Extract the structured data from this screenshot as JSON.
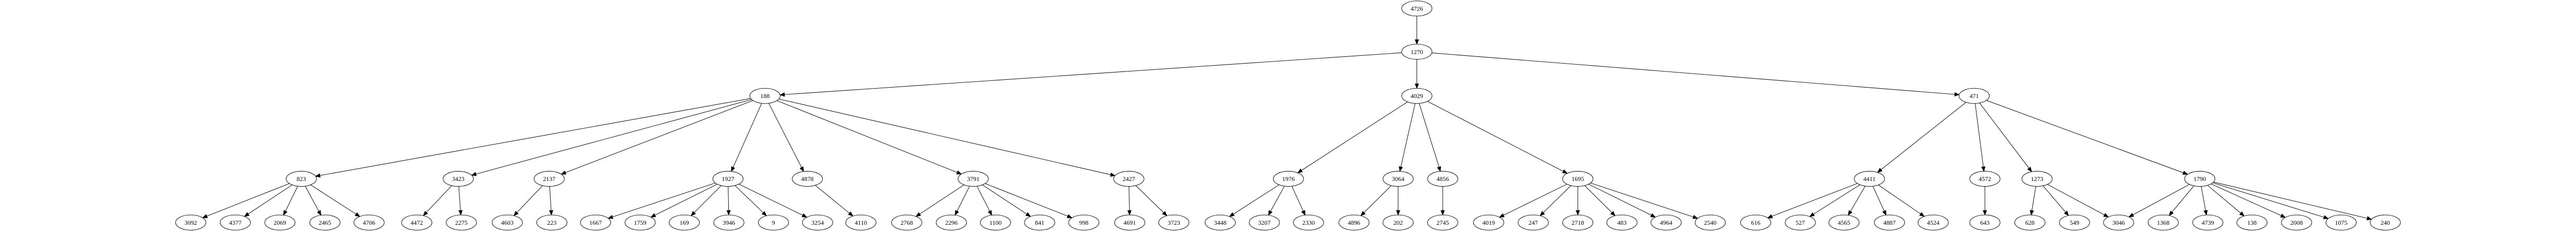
{
  "diagram": {
    "type": "directed-tree",
    "colors": {
      "stroke": "#000000",
      "fill": "#ffffff",
      "background": "#ffffff"
    },
    "nodes": [
      {
        "id": "n4726",
        "label": "4726"
      },
      {
        "id": "n1270",
        "label": "1270"
      },
      {
        "id": "n188",
        "label": "188"
      },
      {
        "id": "n4029",
        "label": "4029"
      },
      {
        "id": "n471",
        "label": "471"
      },
      {
        "id": "n823",
        "label": "823"
      },
      {
        "id": "n3423",
        "label": "3423"
      },
      {
        "id": "n2137",
        "label": "2137"
      },
      {
        "id": "n1927",
        "label": "1927"
      },
      {
        "id": "n4878",
        "label": "4878"
      },
      {
        "id": "n3791",
        "label": "3791"
      },
      {
        "id": "n2427",
        "label": "2427"
      },
      {
        "id": "n1976",
        "label": "1976"
      },
      {
        "id": "n3064",
        "label": "3064"
      },
      {
        "id": "n4856",
        "label": "4856"
      },
      {
        "id": "n1695",
        "label": "1695"
      },
      {
        "id": "n4411",
        "label": "4411"
      },
      {
        "id": "n4572",
        "label": "4572"
      },
      {
        "id": "n1273",
        "label": "1273"
      },
      {
        "id": "n1790",
        "label": "1790"
      },
      {
        "id": "n3092",
        "label": "3092"
      },
      {
        "id": "n4377",
        "label": "4377"
      },
      {
        "id": "n2069",
        "label": "2069"
      },
      {
        "id": "n2465",
        "label": "2465"
      },
      {
        "id": "n4706",
        "label": "4706"
      },
      {
        "id": "n4472",
        "label": "4472"
      },
      {
        "id": "n2275",
        "label": "2275"
      },
      {
        "id": "n4603",
        "label": "4603"
      },
      {
        "id": "n223",
        "label": "223"
      },
      {
        "id": "n1667",
        "label": "1667"
      },
      {
        "id": "n1759",
        "label": "1759"
      },
      {
        "id": "n169",
        "label": "169"
      },
      {
        "id": "n3946",
        "label": "3946"
      },
      {
        "id": "n9",
        "label": "9"
      },
      {
        "id": "n3254",
        "label": "3254"
      },
      {
        "id": "n4110",
        "label": "4110"
      },
      {
        "id": "n2768",
        "label": "2768"
      },
      {
        "id": "n2296",
        "label": "2296"
      },
      {
        "id": "n1100",
        "label": "1100"
      },
      {
        "id": "n841",
        "label": "841"
      },
      {
        "id": "n998",
        "label": "998"
      },
      {
        "id": "n4691",
        "label": "4691"
      },
      {
        "id": "n3723",
        "label": "3723"
      },
      {
        "id": "n3448",
        "label": "3448"
      },
      {
        "id": "n3207",
        "label": "3207"
      },
      {
        "id": "n2330",
        "label": "2330"
      },
      {
        "id": "n4896",
        "label": "4896"
      },
      {
        "id": "n202",
        "label": "202"
      },
      {
        "id": "n2745",
        "label": "2745"
      },
      {
        "id": "n4019",
        "label": "4019"
      },
      {
        "id": "n247",
        "label": "247"
      },
      {
        "id": "n2718",
        "label": "2718"
      },
      {
        "id": "n483",
        "label": "483"
      },
      {
        "id": "n4964",
        "label": "4964"
      },
      {
        "id": "n2540",
        "label": "2540"
      },
      {
        "id": "n616",
        "label": "616"
      },
      {
        "id": "n527",
        "label": "527"
      },
      {
        "id": "n4565",
        "label": "4565"
      },
      {
        "id": "n4887",
        "label": "4887"
      },
      {
        "id": "n4524",
        "label": "4524"
      },
      {
        "id": "n643",
        "label": "643"
      },
      {
        "id": "n628",
        "label": "628"
      },
      {
        "id": "n549",
        "label": "549"
      },
      {
        "id": "n3046",
        "label": "3046"
      },
      {
        "id": "n1368",
        "label": "1368"
      },
      {
        "id": "n4739",
        "label": "4739"
      },
      {
        "id": "n138",
        "label": "138"
      },
      {
        "id": "n2008",
        "label": "2008"
      },
      {
        "id": "n1075",
        "label": "1075"
      },
      {
        "id": "n240",
        "label": "240"
      }
    ],
    "edges": [
      [
        "n4726",
        "n1270"
      ],
      [
        "n1270",
        "n188"
      ],
      [
        "n1270",
        "n4029"
      ],
      [
        "n1270",
        "n471"
      ],
      [
        "n188",
        "n823"
      ],
      [
        "n188",
        "n3423"
      ],
      [
        "n188",
        "n2137"
      ],
      [
        "n188",
        "n1927"
      ],
      [
        "n188",
        "n4878"
      ],
      [
        "n188",
        "n3791"
      ],
      [
        "n188",
        "n2427"
      ],
      [
        "n4029",
        "n1976"
      ],
      [
        "n4029",
        "n3064"
      ],
      [
        "n4029",
        "n4856"
      ],
      [
        "n4029",
        "n1695"
      ],
      [
        "n471",
        "n4411"
      ],
      [
        "n471",
        "n4572"
      ],
      [
        "n471",
        "n1273"
      ],
      [
        "n471",
        "n1790"
      ],
      [
        "n823",
        "n3092"
      ],
      [
        "n823",
        "n4377"
      ],
      [
        "n823",
        "n2069"
      ],
      [
        "n823",
        "n2465"
      ],
      [
        "n823",
        "n4706"
      ],
      [
        "n3423",
        "n4472"
      ],
      [
        "n3423",
        "n2275"
      ],
      [
        "n2137",
        "n4603"
      ],
      [
        "n2137",
        "n223"
      ],
      [
        "n1927",
        "n1667"
      ],
      [
        "n1927",
        "n1759"
      ],
      [
        "n1927",
        "n169"
      ],
      [
        "n1927",
        "n3946"
      ],
      [
        "n1927",
        "n9"
      ],
      [
        "n1927",
        "n3254"
      ],
      [
        "n4878",
        "n4110"
      ],
      [
        "n3791",
        "n2768"
      ],
      [
        "n3791",
        "n2296"
      ],
      [
        "n3791",
        "n1100"
      ],
      [
        "n3791",
        "n841"
      ],
      [
        "n3791",
        "n998"
      ],
      [
        "n2427",
        "n4691"
      ],
      [
        "n2427",
        "n3723"
      ],
      [
        "n1976",
        "n3448"
      ],
      [
        "n1976",
        "n3207"
      ],
      [
        "n1976",
        "n2330"
      ],
      [
        "n3064",
        "n4896"
      ],
      [
        "n3064",
        "n202"
      ],
      [
        "n4856",
        "n2745"
      ],
      [
        "n1695",
        "n4019"
      ],
      [
        "n1695",
        "n247"
      ],
      [
        "n1695",
        "n2718"
      ],
      [
        "n1695",
        "n483"
      ],
      [
        "n1695",
        "n4964"
      ],
      [
        "n1695",
        "n2540"
      ],
      [
        "n4411",
        "n616"
      ],
      [
        "n4411",
        "n527"
      ],
      [
        "n4411",
        "n4565"
      ],
      [
        "n4411",
        "n4887"
      ],
      [
        "n4411",
        "n4524"
      ],
      [
        "n4572",
        "n643"
      ],
      [
        "n1273",
        "n628"
      ],
      [
        "n1273",
        "n549"
      ],
      [
        "n1273",
        "n3046"
      ],
      [
        "n1790",
        "n3046"
      ],
      [
        "n1790",
        "n1368"
      ],
      [
        "n1790",
        "n4739"
      ],
      [
        "n1790",
        "n138"
      ],
      [
        "n1790",
        "n2008"
      ],
      [
        "n1790",
        "n1075"
      ],
      [
        "n1790",
        "n240"
      ]
    ]
  }
}
